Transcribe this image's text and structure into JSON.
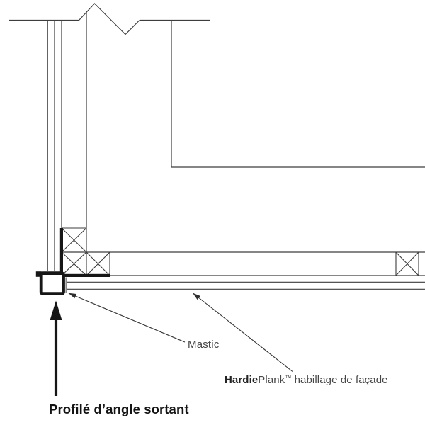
{
  "canvas": {
    "background": "#ffffff",
    "thin_line_color": "#3d3d3d",
    "thick_line_color": "#161616",
    "mastic_line_color": "#8a8a8a"
  },
  "labels": {
    "mastic": "Mastic",
    "hardie_bold": "Hardie",
    "hardie_regular": "Plank",
    "trademark": "™",
    "hardie_suffix": " habillage de façade",
    "corner_profile": "Profilé d’angle sortant"
  }
}
